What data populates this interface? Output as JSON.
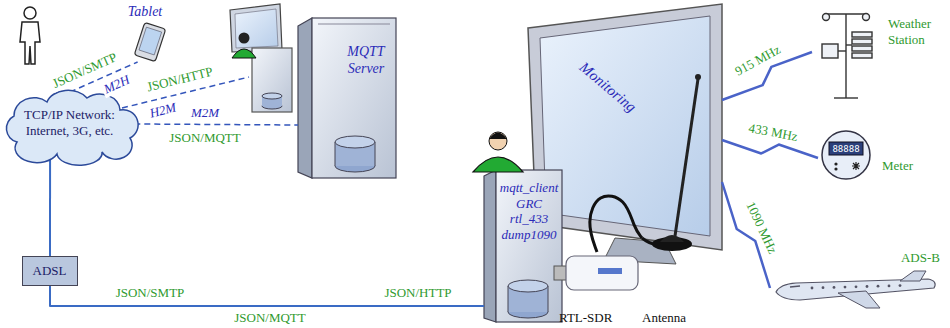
{
  "diagram": {
    "nodes": [
      {
        "text": [
          "Tablet"
        ]
      },
      {
        "text": [
          "MQTT Server"
        ]
      },
      {
        "text": [
          "TCP/IP Network: Internet, 3G, etc."
        ]
      },
      {
        "text": [
          "ADSL"
        ]
      },
      {
        "text": [
          "Monitoring"
        ]
      },
      {
        "text": [
          "mqtt_client",
          "GRC",
          "rtl_433",
          "dump1090"
        ]
      },
      {
        "text": [
          "Weather Station"
        ]
      },
      {
        "text": [
          "Meter"
        ]
      },
      {
        "text": [
          "ADS-B"
        ]
      },
      {
        "text": [
          "RTL-SDR"
        ]
      },
      {
        "text": [
          "Antenna"
        ]
      }
    ],
    "edges": [
      {
        "from": 2,
        "to": 0,
        "label": "M2H",
        "arrow": "none"
      },
      {
        "from": 2,
        "to": 1,
        "label": "M2M",
        "arrow": "none"
      },
      {
        "from": 2,
        "to": 3,
        "arrow": "none"
      },
      {
        "from": 3,
        "to": 5,
        "label": "JSON/MQTT",
        "arrow": "none"
      },
      {
        "from": 9,
        "to": 10,
        "arrow": "none"
      },
      {
        "from": 10,
        "to": 6,
        "label": "915 MHz",
        "arrow": "none"
      },
      {
        "from": 10,
        "to": 7,
        "label": "433 MHz",
        "arrow": "none"
      },
      {
        "from": 10,
        "to": 8,
        "label": "1090 MHz",
        "arrow": "none"
      }
    ],
    "labels": [
      "JSON/SMTP",
      "JSON/HTTP",
      "H2M",
      "JSON/MQTT",
      "JSON/SMTP",
      "JSON/HTTP",
      "88888"
    ]
  }
}
